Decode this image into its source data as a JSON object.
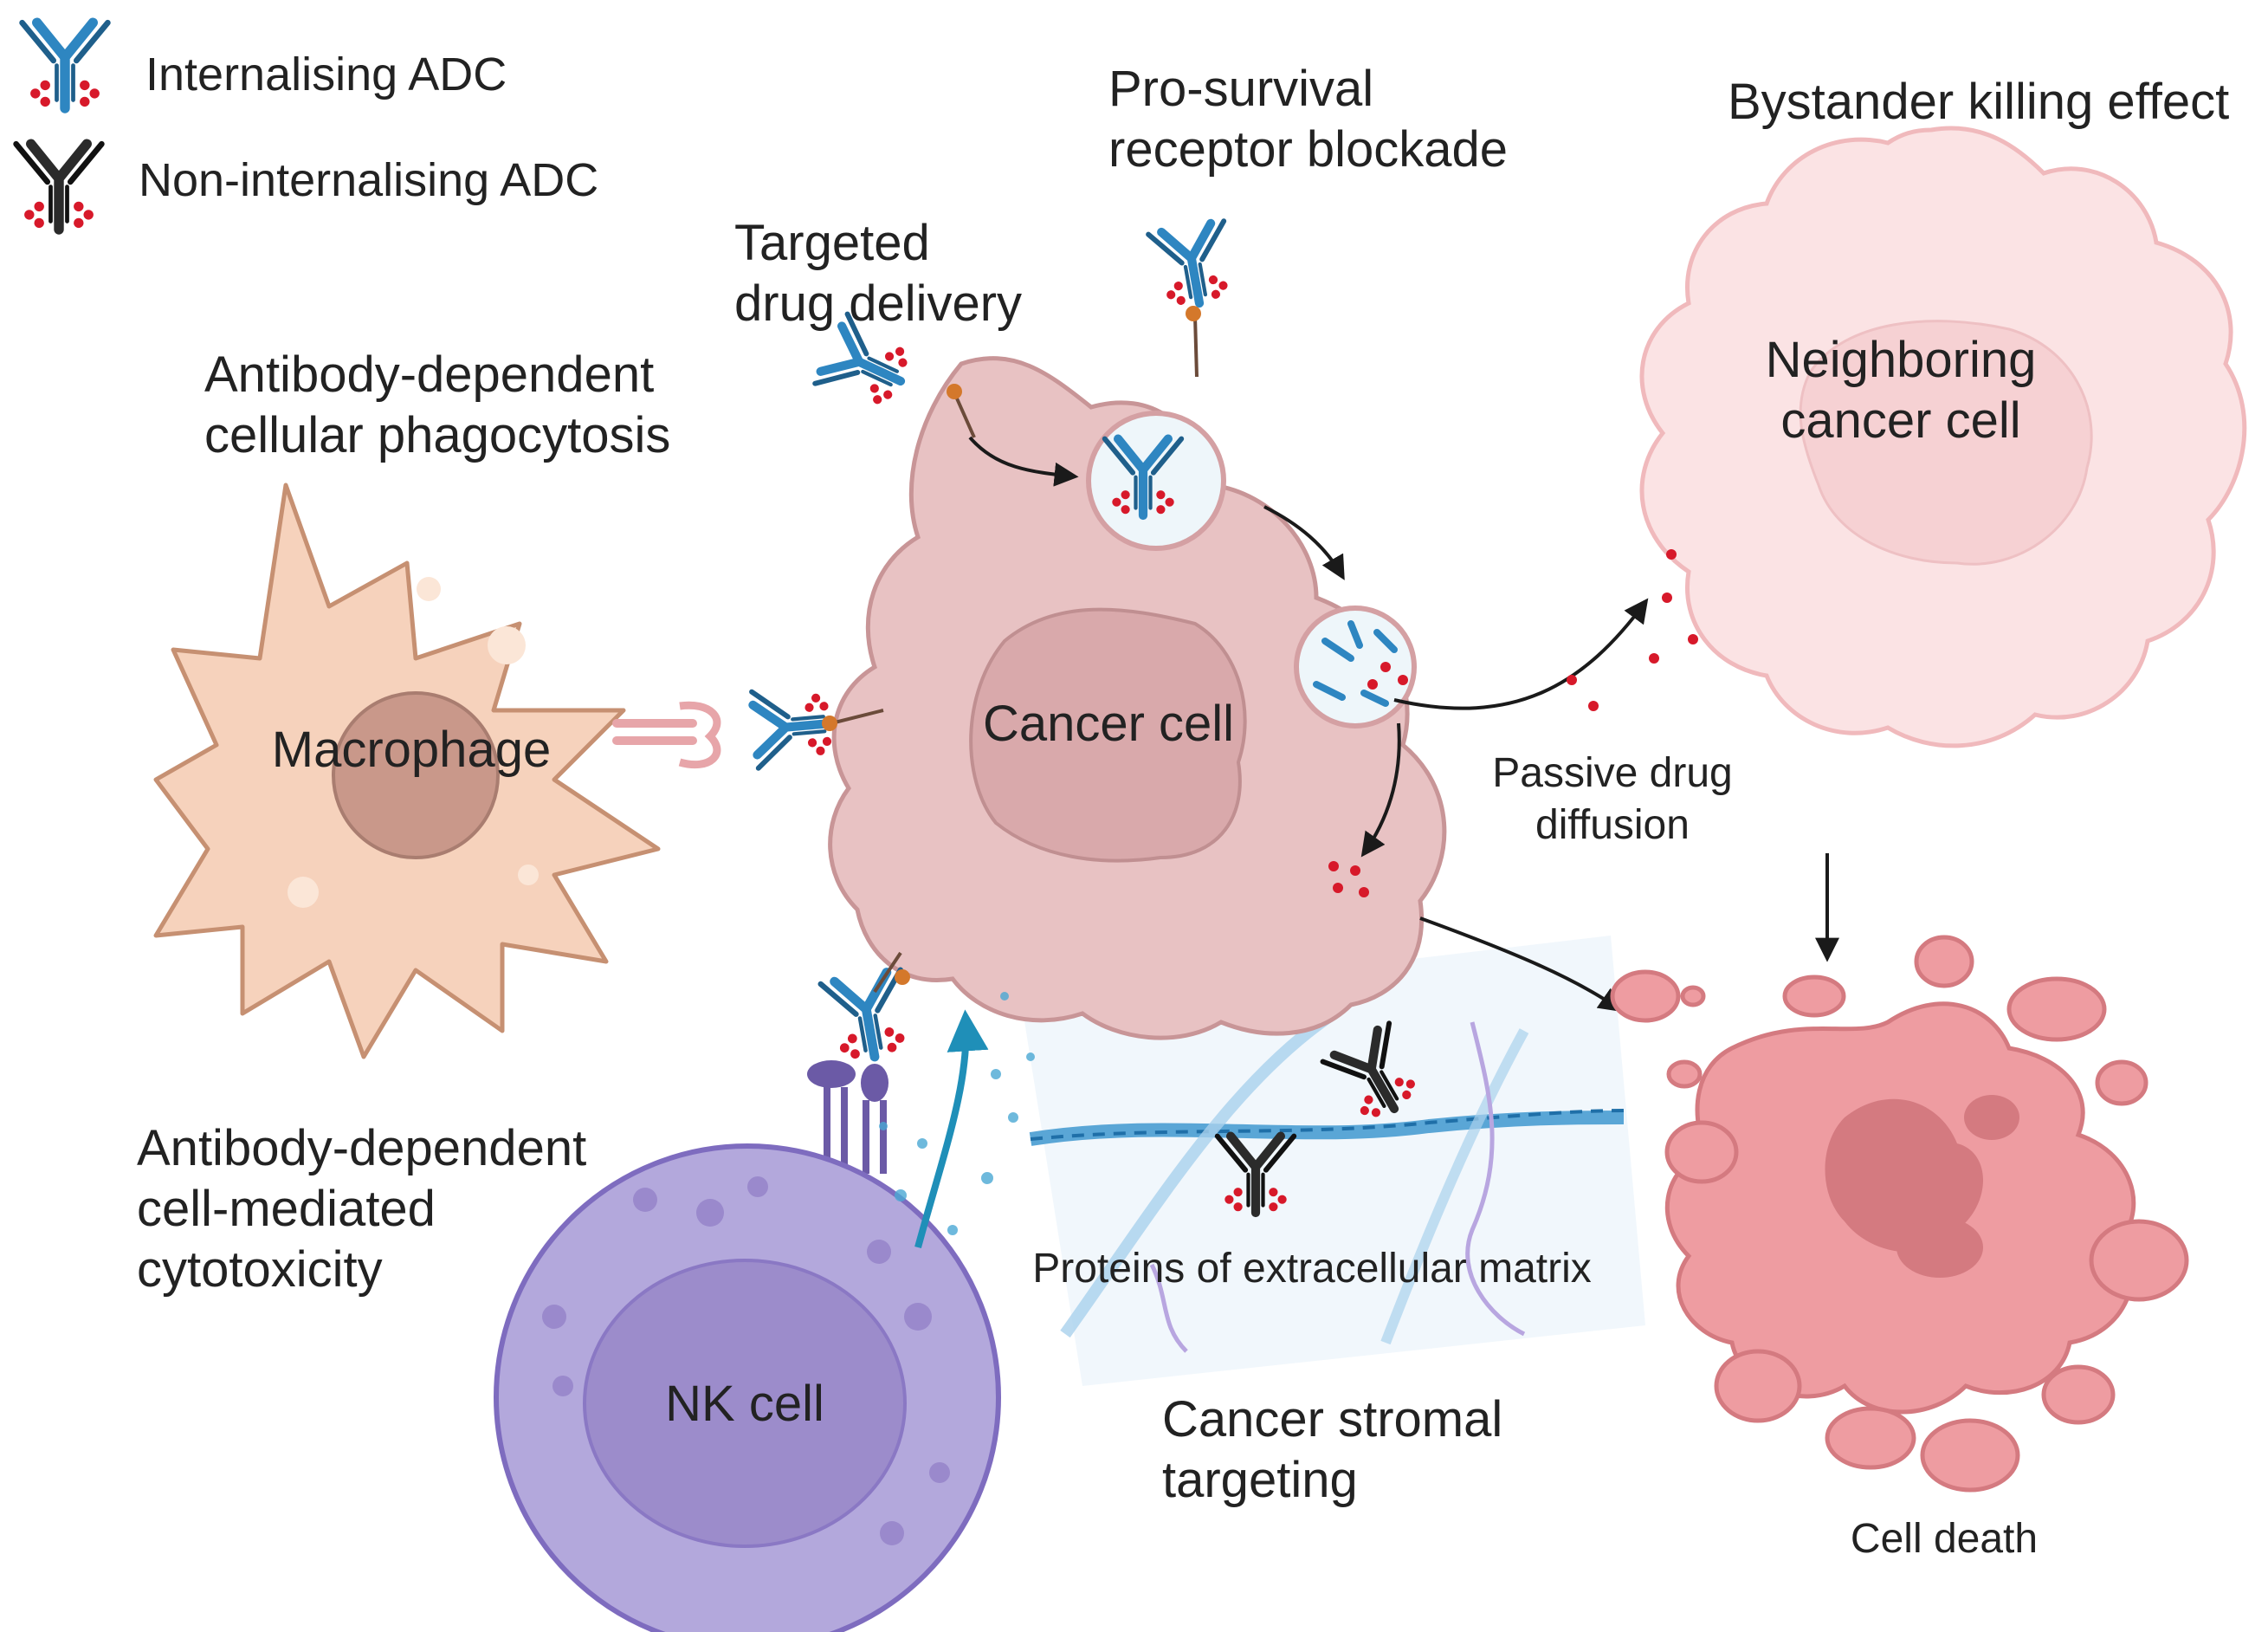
{
  "legend": {
    "internalising_label": "Internalising ADC",
    "non_internalising_label": "Non-internalising ADC"
  },
  "labels": {
    "pro_survival_line1": "Pro-survival",
    "pro_survival_line2": "receptor blockade",
    "bystander": "Bystander killing effect",
    "targeted_line1": "Targeted",
    "targeted_line2": "drug delivery",
    "adcp_line1": "Antibody-dependent",
    "adcp_line2": "cellular phagocytosis",
    "neighboring_line1": "Neighboring",
    "neighboring_line2": "cancer cell",
    "macrophage": "Macrophage",
    "cancer_cell": "Cancer cell",
    "passive_line1": "Passive drug",
    "passive_line2": "diffusion",
    "adcc_line1": "Antibody-dependent",
    "adcc_line2": "cell-mediated",
    "adcc_line3": "cytotoxicity",
    "ecm_proteins": "Proteins of extracellular matrix",
    "nk_cell": "NK cell",
    "stromal_line1": "Cancer stromal",
    "stromal_line2": "targeting",
    "cell_death": "Cell death"
  },
  "colors": {
    "internalising_adc": "#2e86c1",
    "non_internalising_adc": "#2b2b2b",
    "payload": "#d7192a",
    "macrophage": "#f6d2bc",
    "cancer_cell": "#e8c2c3",
    "neighboring_cell": "#fbe3e4",
    "nk_cell": "#b3a8dc",
    "dying_cell": "#ee9ca1"
  },
  "icons": [
    "antibody-icon",
    "payload-dot",
    "arrow-icon",
    "collagen-fiber-icon"
  ]
}
